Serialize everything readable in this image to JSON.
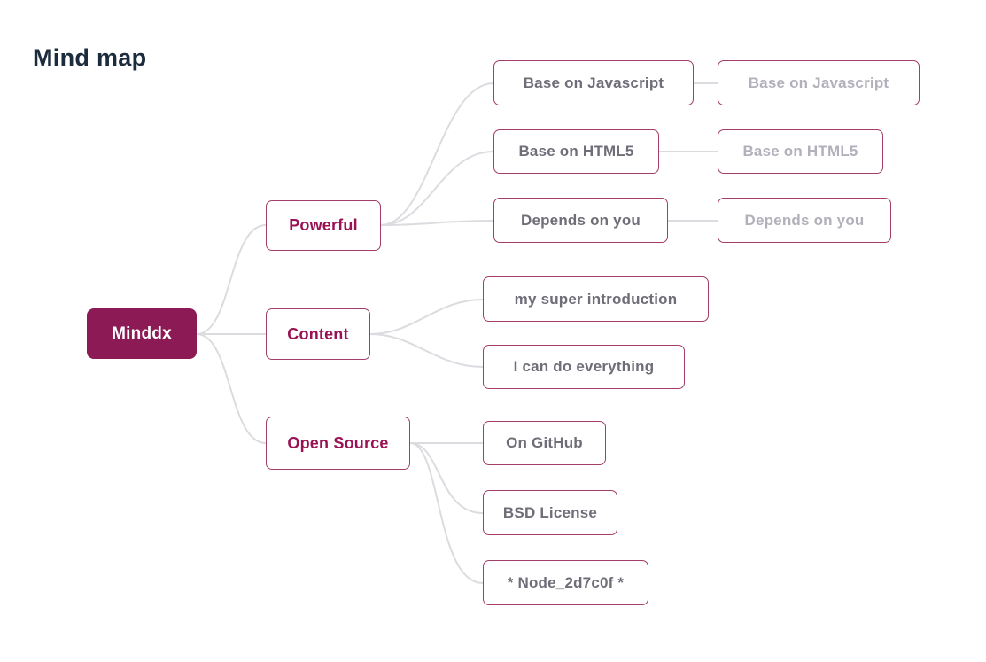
{
  "title": "Mind map",
  "colors": {
    "title_text": "#1d2b3e",
    "root_bg": "#8b1a55",
    "root_text": "#ffffff",
    "branch_text": "#9a1254",
    "node_border": "#a23e68",
    "child_text": "#6f6e78",
    "ghost_text": "#b2b0bb",
    "connector": "#dcdbe0",
    "background": "#ffffff"
  },
  "root": {
    "label": "Minddx"
  },
  "branches": [
    {
      "label": "Powerful",
      "children": [
        {
          "label": "Base on Javascript",
          "ghost": "Base on Javascript"
        },
        {
          "label": "Base on HTML5",
          "ghost": "Base on HTML5"
        },
        {
          "label": "Depends on you",
          "ghost": "Depends on you"
        }
      ]
    },
    {
      "label": "Content",
      "children": [
        {
          "label": "my super introduction"
        },
        {
          "label": "I can do everything"
        }
      ]
    },
    {
      "label": "Open Source",
      "children": [
        {
          "label": "On GitHub"
        },
        {
          "label": "BSD License"
        },
        {
          "label": "* Node_2d7c0f *"
        }
      ]
    }
  ]
}
